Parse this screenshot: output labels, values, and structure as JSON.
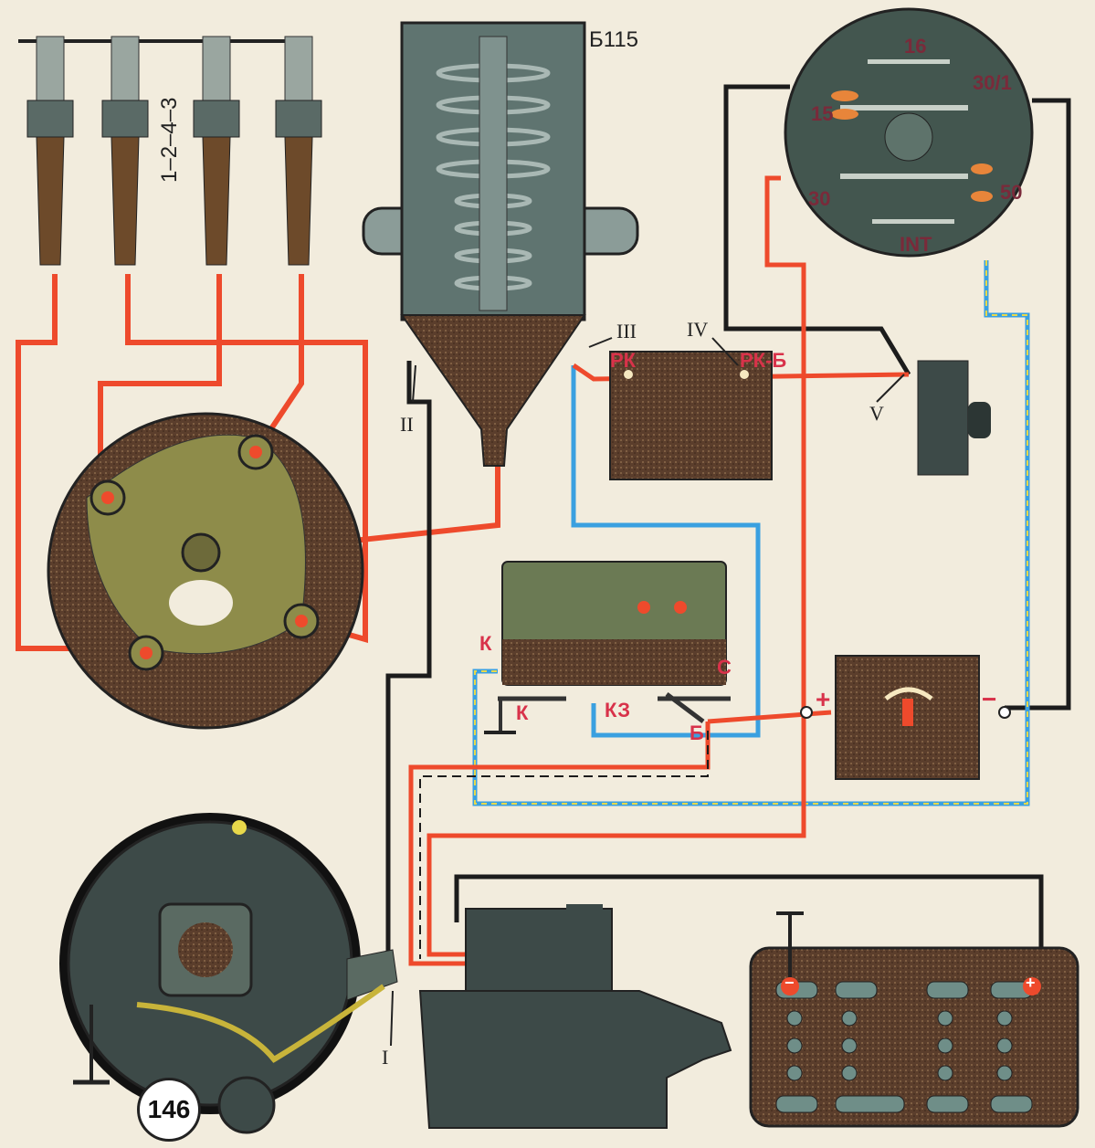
{
  "coil": {
    "label": "Б115"
  },
  "spark_plugs": {
    "firing_order": "1–2–4–3"
  },
  "ignition_switch": {
    "terminals": [
      "16",
      "30/1",
      "15",
      "50",
      "30",
      "INT"
    ]
  },
  "markers": {
    "I": "I",
    "II": "II",
    "III": "III",
    "IV": "IV",
    "V": "V"
  },
  "resistor_relay": {
    "left_terminal": "РК",
    "right_terminal": "РК-Б"
  },
  "starter_relay": {
    "terminals": {
      "k_top": "К",
      "k_bottom": "К",
      "kz": "КЗ",
      "c": "С",
      "b": "Б"
    }
  },
  "ammeter": {
    "plus": "+",
    "minus": "−"
  },
  "battery": {
    "plus": "+",
    "minus": "−"
  },
  "figure_number": "146",
  "colors": {
    "red_wire": "#ee4a2c",
    "black_wire": "#1c1c1c",
    "blue_wire": "#3aa0e0",
    "component_dark": "#3d4a48",
    "component_brown": "#5a3a28"
  }
}
